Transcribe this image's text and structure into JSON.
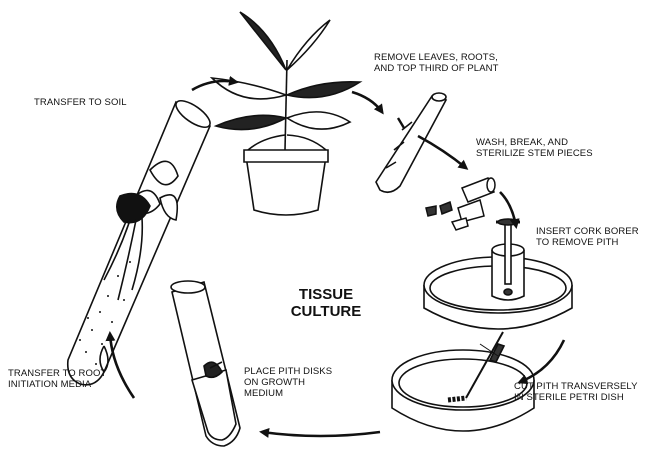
{
  "center_title": [
    "TISSUE",
    "CULTURE"
  ],
  "steps": [
    {
      "lines": [
        "REMOVE LEAVES, ROOTS,",
        "AND TOP THIRD OF PLANT"
      ]
    },
    {
      "lines": [
        "WASH, BREAK, AND",
        "STERILIZE STEM PIECES"
      ]
    },
    {
      "lines": [
        "INSERT CORK BORER",
        "TO REMOVE PITH"
      ]
    },
    {
      "lines": [
        "CUT PITH TRANSVERSELY",
        "IN STERILE PETRI DISH"
      ]
    },
    {
      "lines": [
        "PLACE PITH DISKS",
        "ON GROWTH",
        "MEDIUM"
      ]
    },
    {
      "lines": [
        "TRANSFER TO ROOT",
        "INITIATION MEDIA"
      ]
    },
    {
      "lines": [
        "TRANSFER TO SOIL"
      ]
    }
  ],
  "colors": {
    "ink": "#111111",
    "background": "#ffffff"
  }
}
